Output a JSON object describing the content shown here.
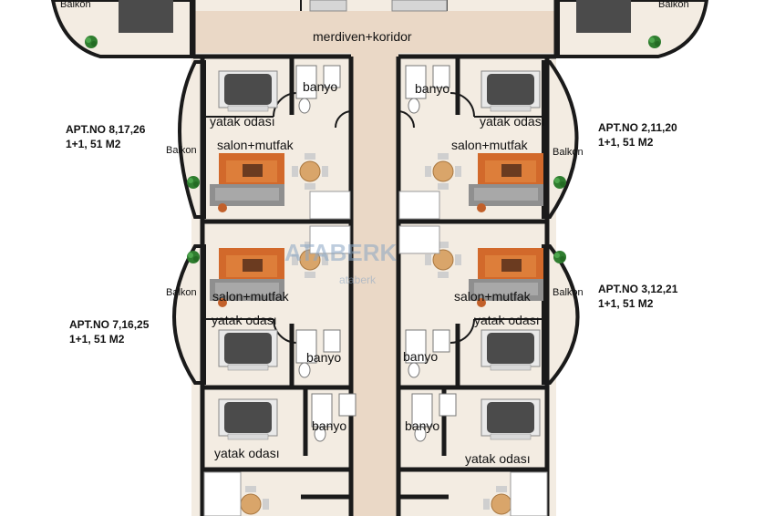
{
  "corridor": "merdiven+koridor",
  "watermark": {
    "brand": "ATABERK",
    "site": "ataberk"
  },
  "rooms": {
    "balcony": "Balkon",
    "bedroom": "yatak odası",
    "bathroom": "banyo",
    "living_kitchen": "salon+mutfak"
  },
  "apartments": [
    {
      "number": "APT.NO 8,17,26",
      "area": "1+1, 51 M2"
    },
    {
      "number": "APT.NO 2,11,20",
      "area": "1+1, 51 M2"
    },
    {
      "number": "APT.NO 7,16,25",
      "area": "1+1, 51 M2"
    },
    {
      "number": "APT.NO 3,12,21",
      "area": "1+1, 51 M2"
    }
  ],
  "colors": {
    "floor": "#f3ece2",
    "corridor": "#ead8c6",
    "wall": "#1a1a1a",
    "rug": "#d06a2a",
    "sofa": "#8d8d8d",
    "bed": "#4a4a4a"
  }
}
